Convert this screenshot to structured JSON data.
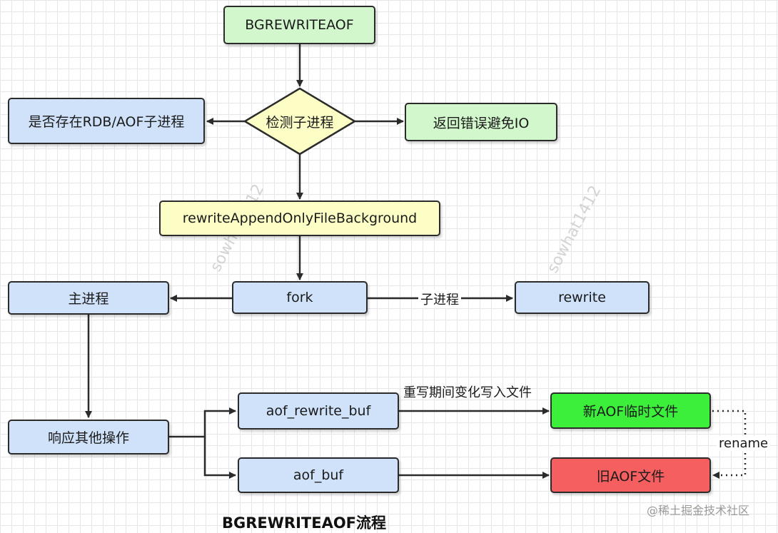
{
  "nodes": {
    "bgrewriteaof": "BGREWRITEAOF",
    "check_child": "检测子进程",
    "exists_rdb_aof": "是否存在RDB/AOF子进程",
    "return_error": "返回错误避免IO",
    "rewrite_bg": "rewriteAppendOnlyFileBackground",
    "main_process": "主进程",
    "fork": "fork",
    "rewrite": "rewrite",
    "respond_ops": "响应其他操作",
    "aof_rewrite_buf": "aof_rewrite_buf",
    "aof_buf": "aof_buf",
    "new_aof_temp": "新AOF临时文件",
    "old_aof": "旧AOF文件"
  },
  "edge_labels": {
    "child_process": "子进程",
    "write_changes": "重写期间变化写入文件",
    "rename": "rename"
  },
  "title": "BGREWRITEAOF流程",
  "watermarks": [
    "sowhat1412",
    "sowhat1412"
  ],
  "footer": "@稀土掘金技术社区",
  "colors": {
    "blue": "#cfe2fa",
    "light_green": "#d2f7cc",
    "yellow": "#fdfdc6",
    "bright_green": "#3bef3b",
    "red": "#f65f5f",
    "stroke": "#2b2b2b"
  }
}
